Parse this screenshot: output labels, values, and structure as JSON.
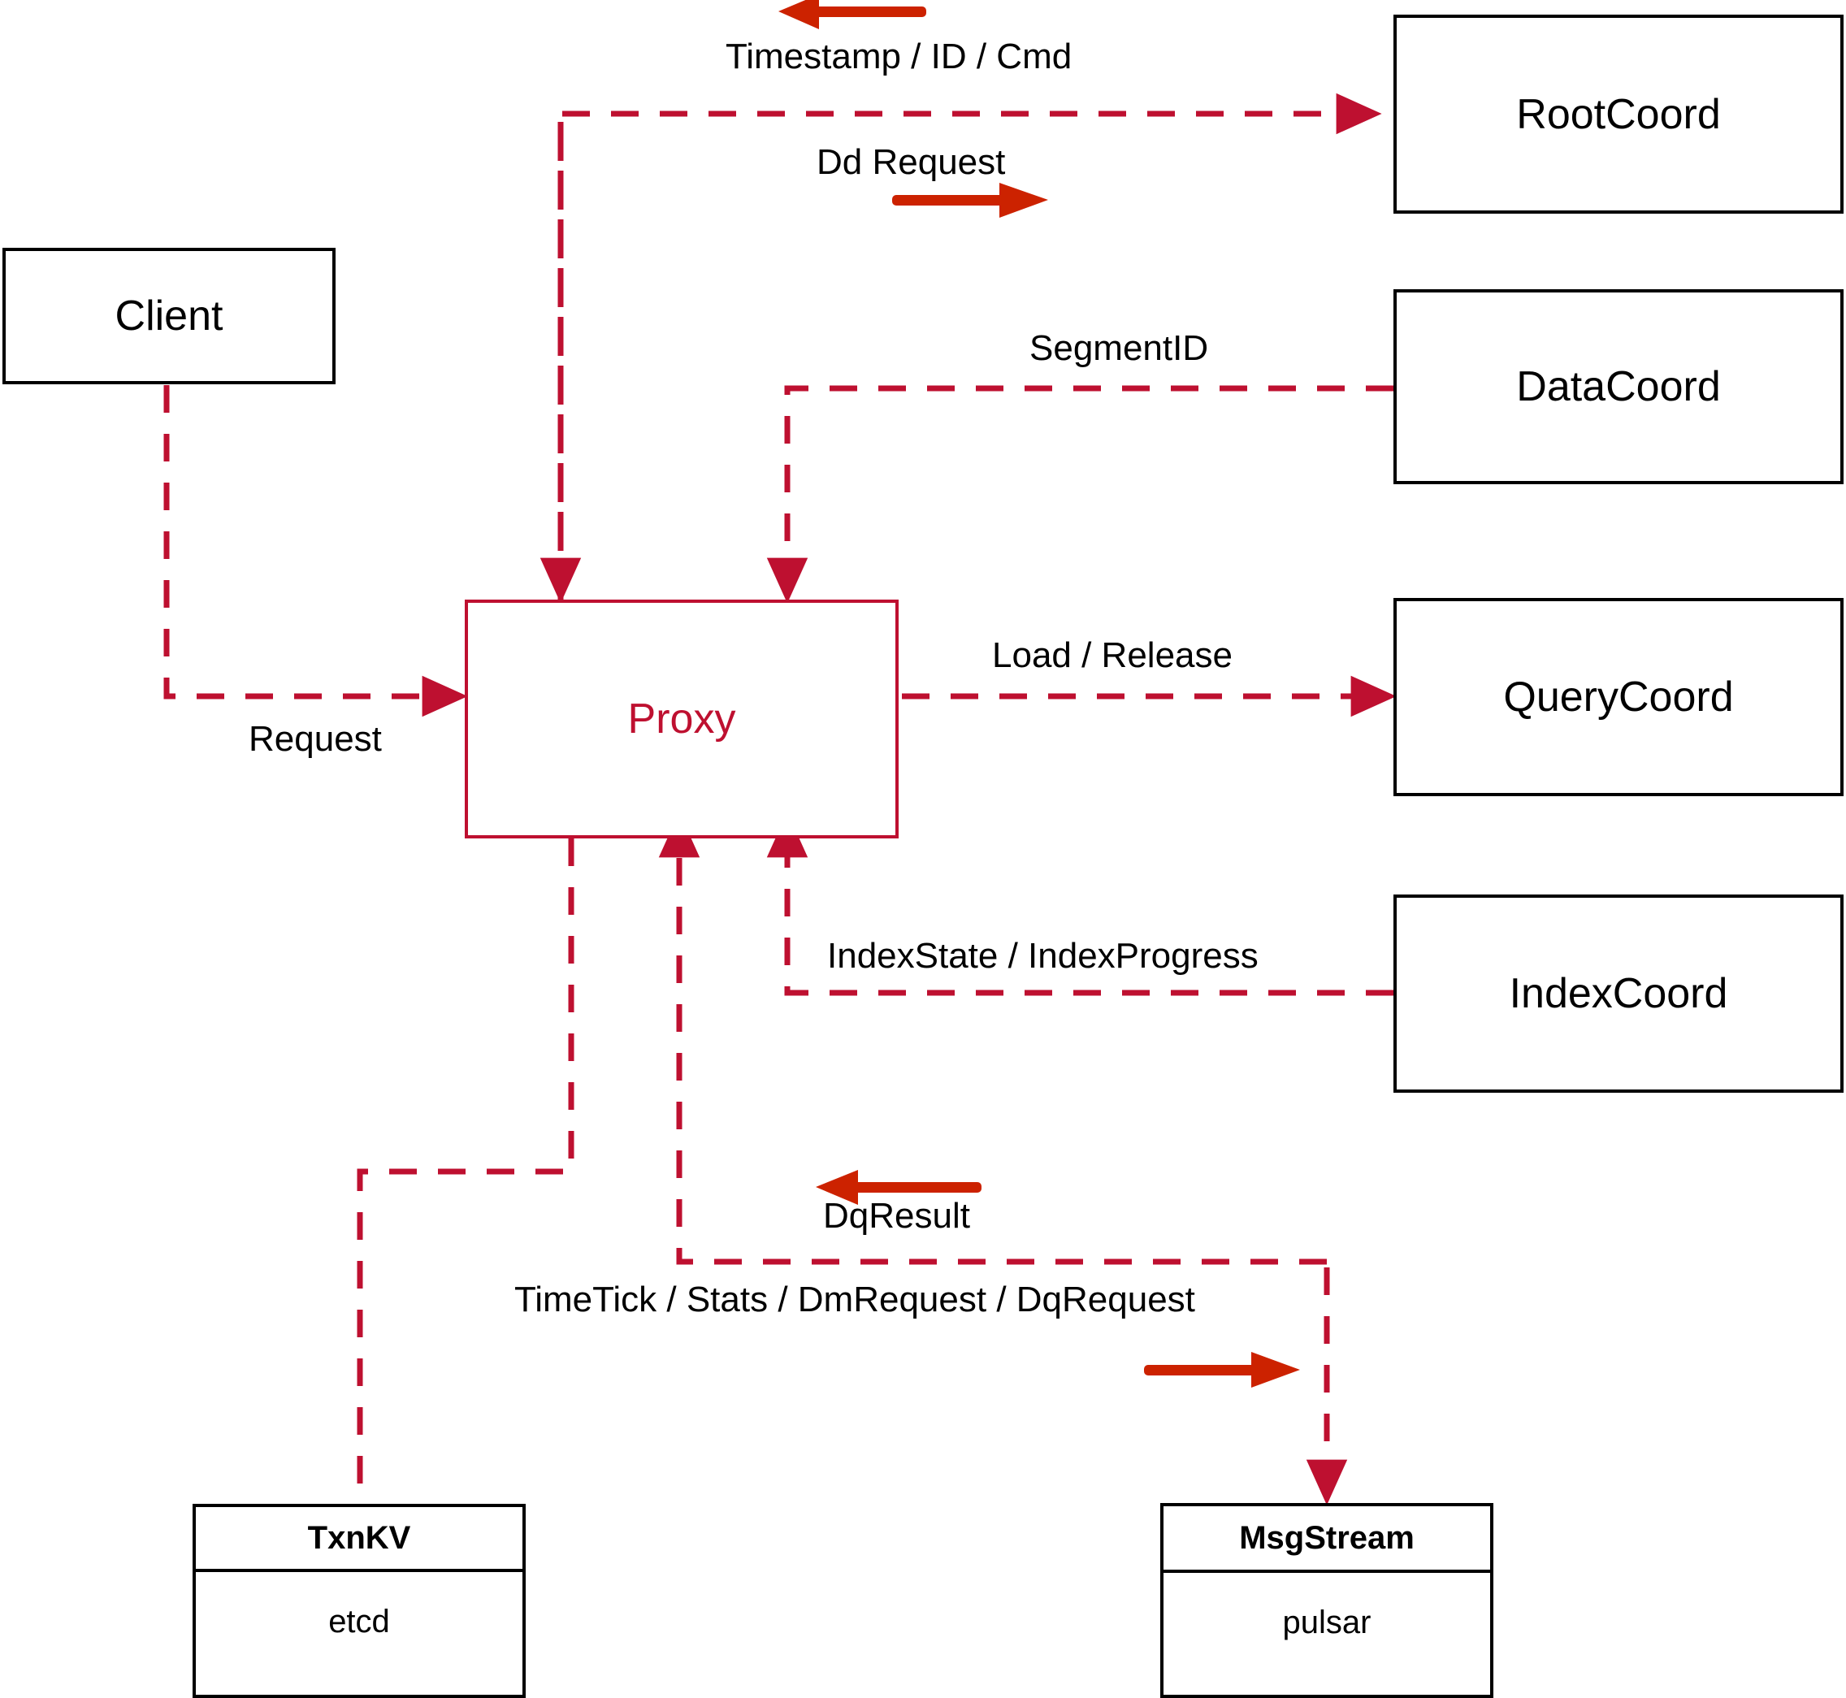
{
  "diagram": {
    "title": "Proxy component interaction diagram",
    "colors": {
      "node_stroke": "#000000",
      "accent_stroke": "#BE1030",
      "dashed_edge": "#BE1030",
      "direction_arrow": "#CC2200",
      "background": "#FFFFFF"
    },
    "nodes": [
      {
        "id": "client",
        "label": "Client",
        "style": "plain"
      },
      {
        "id": "proxy",
        "label": "Proxy",
        "style": "accent"
      },
      {
        "id": "rootcoord",
        "label": "RootCoord",
        "style": "plain"
      },
      {
        "id": "datacoord",
        "label": "DataCoord",
        "style": "plain"
      },
      {
        "id": "querycoord",
        "label": "QueryCoord",
        "style": "plain"
      },
      {
        "id": "indexcoord",
        "label": "IndexCoord",
        "style": "plain"
      }
    ],
    "stack_nodes": [
      {
        "id": "txnkv",
        "head": "TxnKV",
        "body": "etcd"
      },
      {
        "id": "msgstream",
        "head": "MsgStream",
        "body": "pulsar"
      }
    ],
    "edge_labels": [
      {
        "id": "timestamp-id-cmd",
        "text": "Timestamp / ID / Cmd"
      },
      {
        "id": "dd-request",
        "text": "Dd Request"
      },
      {
        "id": "segmentid",
        "text": "SegmentID"
      },
      {
        "id": "request",
        "text": "Request"
      },
      {
        "id": "load-release",
        "text": "Load / Release"
      },
      {
        "id": "indexstate-indexprogress",
        "text": "IndexState / IndexProgress"
      },
      {
        "id": "dqresult",
        "text": "DqResult"
      },
      {
        "id": "timetick-stats-dmrequest-dqrequest",
        "text": "TimeTick / Stats / DmRequest / DqRequest"
      }
    ],
    "edges": [
      {
        "from": "proxy",
        "to": "rootcoord",
        "label": "Dd Request",
        "reverse_label": "Timestamp / ID / Cmd",
        "direction": "both"
      },
      {
        "from": "datacoord",
        "to": "proxy",
        "label": "SegmentID",
        "direction": "to-proxy"
      },
      {
        "from": "client",
        "to": "proxy",
        "label": "Request",
        "direction": "to-proxy"
      },
      {
        "from": "proxy",
        "to": "querycoord",
        "label": "Load / Release",
        "direction": "from-proxy"
      },
      {
        "from": "indexcoord",
        "to": "proxy",
        "label": "IndexState / IndexProgress",
        "direction": "to-proxy"
      },
      {
        "from": "proxy",
        "to": "txnkv",
        "label": "",
        "direction": "undirected"
      },
      {
        "from": "proxy",
        "to": "msgstream",
        "label": "TimeTick / Stats / DmRequest / DqRequest",
        "reverse_label": "DqResult",
        "direction": "both"
      }
    ]
  }
}
